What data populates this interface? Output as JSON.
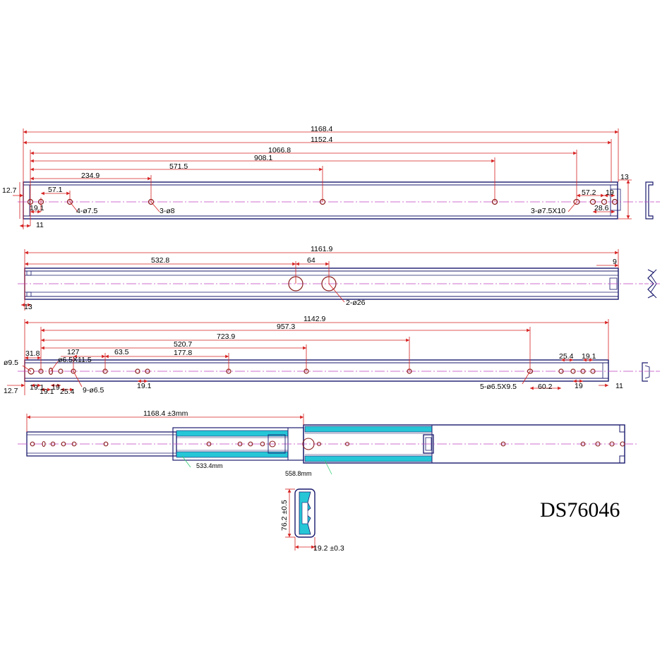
{
  "colors": {
    "outline": "#1a1a6e",
    "dim_line": "#d62020",
    "center_line": "#c040c0",
    "hole": "#8a1e1e",
    "cyan": "#26c6d6",
    "text": "#000000"
  },
  "model": "DS76046",
  "view1": {
    "overall": [
      "1168.4",
      "1152.4",
      "1066.8",
      "908.1",
      "571.5",
      "234.9"
    ],
    "right": [
      "13",
      "57.2",
      "19",
      "28.6"
    ],
    "left": [
      "12.7",
      "57.1",
      "19.1",
      "11"
    ],
    "callouts": [
      "4-ø7.5",
      "3-ø8",
      "3-ø7.5X10"
    ]
  },
  "view2": {
    "overall": "1161.9",
    "dims": [
      "532.8",
      "64",
      "9",
      "13"
    ],
    "callout": "2-ø26"
  },
  "view3": {
    "overall": [
      "1142.9",
      "957.3",
      "723.9",
      "520.7",
      "177.8"
    ],
    "top": [
      "31.8",
      "127",
      "63.5",
      "ø6.5X11.5",
      "25.4",
      "19.1"
    ],
    "left": [
      "ø9.5",
      "12.7",
      "19.1",
      "19.1",
      "19",
      "25.4"
    ],
    "bottom": [
      "9-ø6.5",
      "19.1",
      "5-ø6.5X9.5",
      "60.2",
      "19",
      "11"
    ]
  },
  "view4": {
    "extended": "1168.4 ±3mm",
    "inner_travel": "533.4mm",
    "middle_travel": "558.8mm"
  },
  "section": {
    "height": "76.2 ±0.5",
    "width": "19.2 ±0.3"
  }
}
